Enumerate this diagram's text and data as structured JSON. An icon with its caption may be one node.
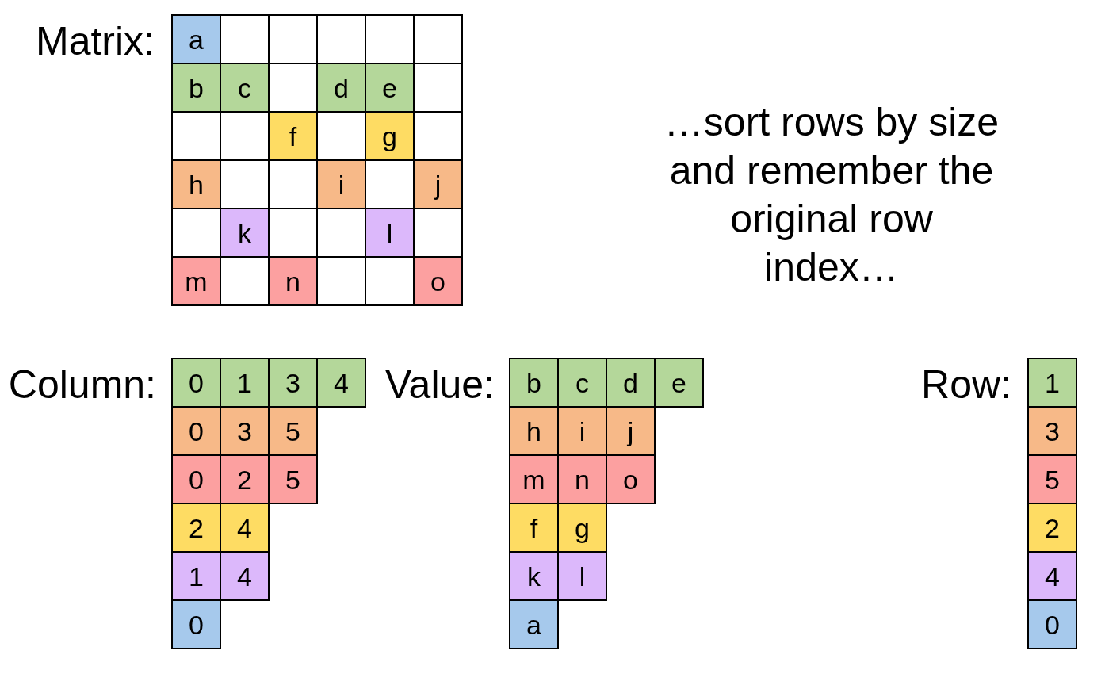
{
  "diagram": {
    "labels": [
      "Matrix:",
      "a",
      "b",
      "c",
      "d",
      "e",
      "f",
      "g",
      "h",
      "i",
      "j",
      "k",
      "l",
      "m",
      "n",
      "o",
      "…sort rows by size and remember the original row index…",
      "Column:",
      "0",
      "1",
      "3",
      "4",
      "0",
      "3",
      "5",
      "0",
      "2",
      "5",
      "2",
      "4",
      "1",
      "4",
      "0",
      "Value:",
      "b",
      "c",
      "d",
      "e",
      "h",
      "i",
      "j",
      "m",
      "n",
      "o",
      "f",
      "g",
      "k",
      "l",
      "a",
      "Row:",
      "1",
      "3",
      "5",
      "2",
      "4",
      "0"
    ]
  }
}
